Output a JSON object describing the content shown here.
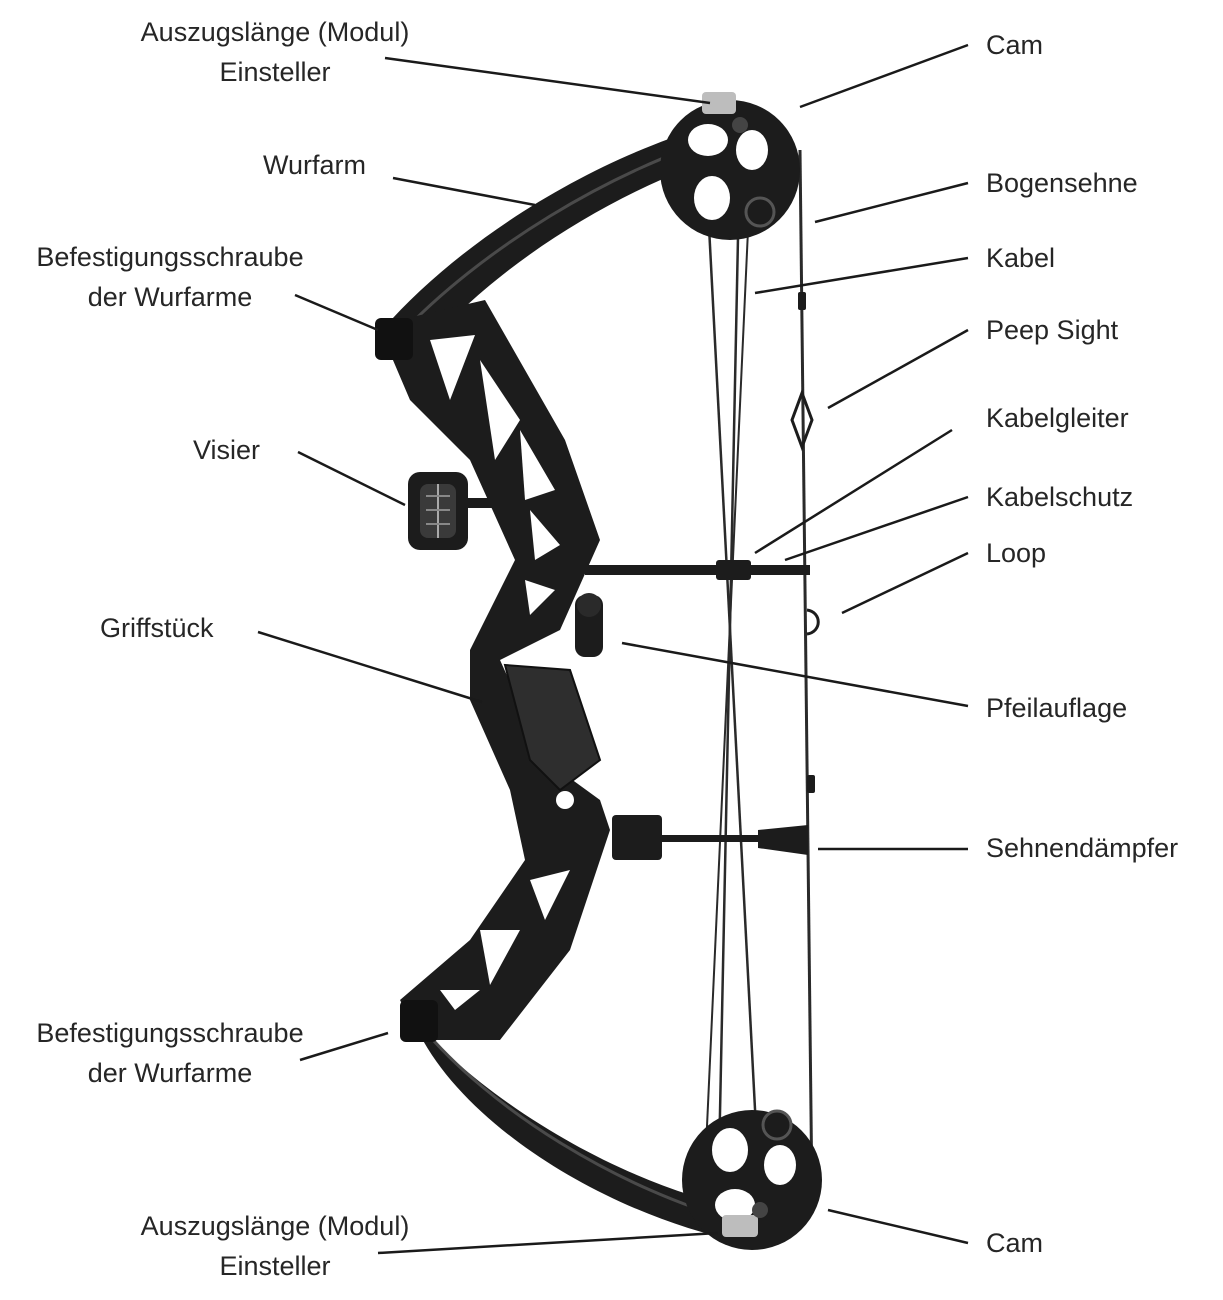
{
  "colors": {
    "background": "#ffffff",
    "label_text": "#262626",
    "leader_line": "#1a1a1a",
    "bow_body": "#1c1c1c",
    "bow_highlight": "#4a4a4a",
    "string": "#2a2a2a"
  },
  "image": {
    "subject": "compound-bow"
  },
  "labels": {
    "draw_module_top": {
      "line1": "Auszugslänge (Modul)",
      "line2": "Einsteller"
    },
    "cam_top": "Cam",
    "limb": "Wurfarm",
    "bowstring": "Bogensehne",
    "limb_bolt_top": {
      "line1": "Befestigungsschraube",
      "line2": "der Wurfarme"
    },
    "cable": "Kabel",
    "peep_sight": "Peep Sight",
    "sight": "Visier",
    "cable_slide": "Kabelgleiter",
    "cable_guard": "Kabelschutz",
    "loop": "Loop",
    "riser": "Griffstück",
    "arrow_rest": "Pfeilauflage",
    "string_suppressor": "Sehnendämpfer",
    "limb_bolt_bottom": {
      "line1": "Befestigungsschraube",
      "line2": "der Wurfarme"
    },
    "draw_module_bottom": {
      "line1": "Auszugslänge (Modul)",
      "line2": "Einsteller"
    },
    "cam_bottom": "Cam"
  }
}
